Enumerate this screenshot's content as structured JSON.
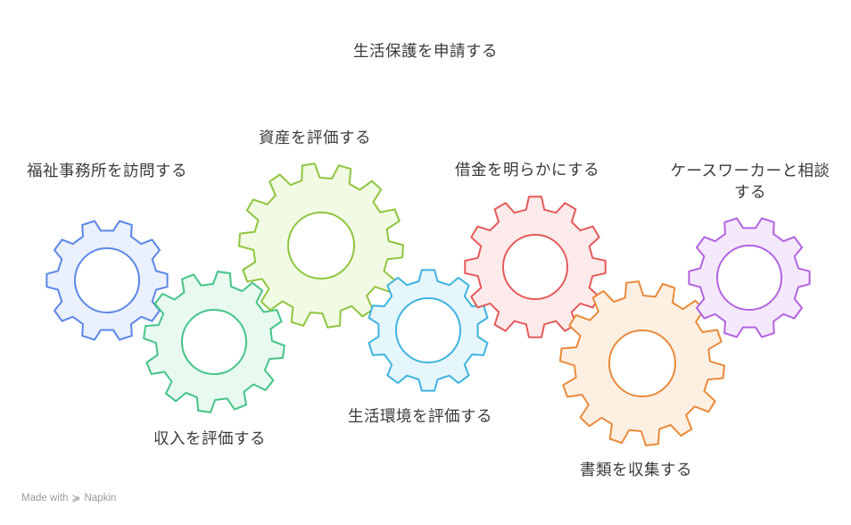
{
  "title": "生活保護を申請する",
  "steps": [
    {
      "label": "福祉事務所を訪問する",
      "stroke": "#5b87e6",
      "fill": "#eaf0fd"
    },
    {
      "label": "収入を評価する",
      "stroke": "#45c487",
      "fill": "#e8f9f0"
    },
    {
      "label": "資産を評価する",
      "stroke": "#8ec63f",
      "fill": "#f1fae3"
    },
    {
      "label": "生活環境を評価する",
      "stroke": "#3fb3e0",
      "fill": "#e6f6fd"
    },
    {
      "label": "借金を明らかにする",
      "stroke": "#e55a5a",
      "fill": "#fdeaea"
    },
    {
      "label": "書類を収集する",
      "stroke": "#e98a3a",
      "fill": "#fdf0e3"
    },
    {
      "label": "ケースワーカーと相談する",
      "stroke": "#b363e0",
      "fill": "#f4e9fc"
    }
  ],
  "brand": {
    "made_with": "Made with",
    "name": "Napkin"
  }
}
